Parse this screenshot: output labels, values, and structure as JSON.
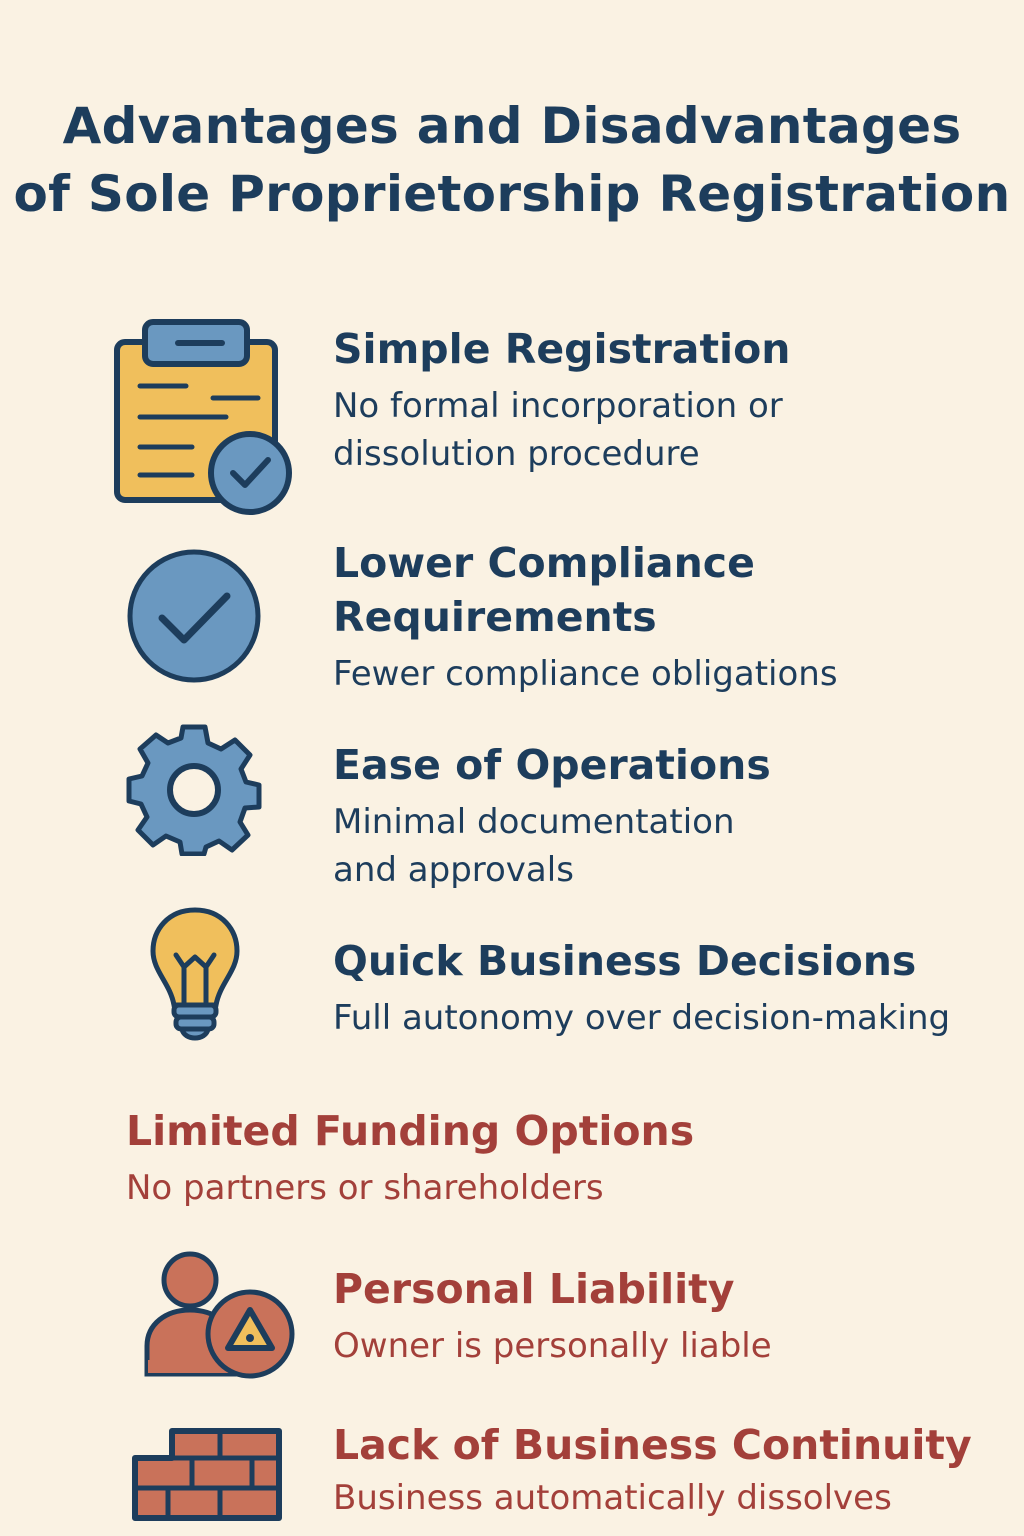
{
  "title": {
    "line1": "Advantages and Disadvantages",
    "line2": "of Sole Proprietorship Registration"
  },
  "colors": {
    "background": "#faf2e3",
    "navy": "#1d3d5c",
    "disadvantage": "#a3403a",
    "blue": "#6a98c0",
    "yellow": "#f0bf5c",
    "brick": "#c9725a"
  },
  "advantages": [
    {
      "heading": "Simple Registration",
      "desc1": "No formal incorporation or",
      "desc2": "dissolution procedure",
      "icon": "clipboard-check-icon"
    },
    {
      "heading1": "Lower Compliance",
      "heading2": "Requirements",
      "desc1": "Fewer compliance obligations",
      "icon": "check-circle-icon"
    },
    {
      "heading": "Ease of Operations",
      "desc1": "Minimal documentation",
      "desc2": "and approvals",
      "icon": "gear-icon"
    },
    {
      "heading": "Quick Business Decisions",
      "desc1": "Full autonomy over decision-making",
      "icon": "lightbulb-icon"
    }
  ],
  "disadvantages": [
    {
      "heading": "Limited Funding Options",
      "desc1": "No partners or shareholders"
    },
    {
      "heading": "Personal Liability",
      "desc1": "Owner is personally liable",
      "icon": "person-warning-icon"
    },
    {
      "heading": "Lack of Business Continuity",
      "desc1": "Business automatically dissolves",
      "icon": "brick-wall-icon"
    }
  ]
}
